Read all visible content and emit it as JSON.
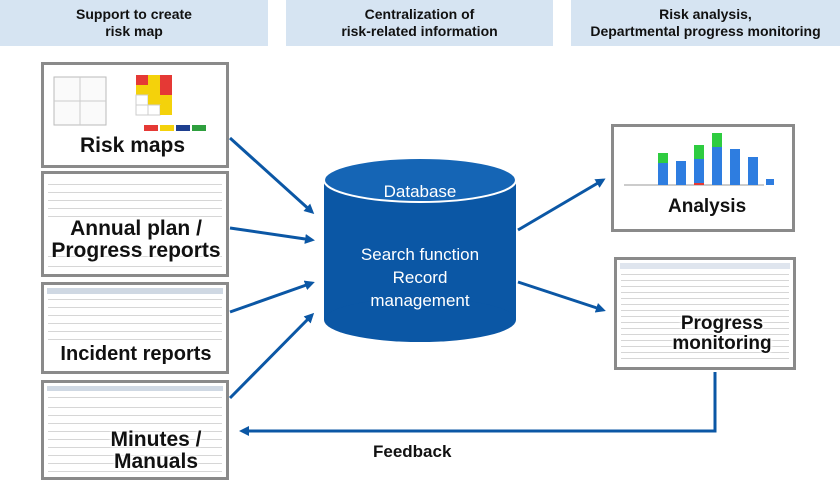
{
  "headers": [
    {
      "text": "Support to create\nrisk map"
    },
    {
      "text": "Centralization of\nrisk-related information"
    },
    {
      "text": "Risk analysis,\nDepartmental progress monitoring"
    }
  ],
  "panels": {
    "risk_maps": "Risk maps",
    "annual_plan": "Annual plan /\nProgress reports",
    "incident_reports": "Incident reports",
    "minutes_manuals": "Minutes /\nManuals",
    "analysis": "Analysis",
    "progress_monitoring": "Progress\nmonitoring"
  },
  "database": {
    "title": "Database",
    "body": "Search function\nRecord\nmanagement"
  },
  "feedback": "Feedback",
  "colors": {
    "header_bg": "#d6e4f2",
    "database": "#0b57a5",
    "arrow": "#0b57a5"
  }
}
